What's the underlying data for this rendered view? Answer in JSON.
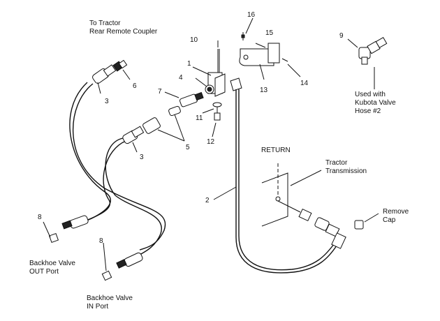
{
  "labels": {
    "coupler_line1": "To Tractor",
    "coupler_line2": "Rear Remote Coupler",
    "return": "RETURN",
    "transmission_line1": "Tractor",
    "transmission_line2": "Transmission",
    "remove_cap_line1": "Remove",
    "remove_cap_line2": "Cap",
    "kubota_line1": "Used with",
    "kubota_line2": "Kubota Valve",
    "kubota_line3": "Hose #2",
    "out_port_line1": "Backhoe Valve",
    "out_port_line2": "OUT Port",
    "in_port_line1": "Backhoe Valve",
    "in_port_line2": "IN Port"
  },
  "callouts": {
    "c1": "1",
    "c2": "2",
    "c3a": "3",
    "c3b": "3",
    "c4": "4",
    "c5": "5",
    "c6": "6",
    "c7": "7",
    "c8a": "8",
    "c8b": "8",
    "c9": "9",
    "c10": "10",
    "c11": "11",
    "c12": "12",
    "c13": "13",
    "c14": "14",
    "c15": "15",
    "c16": "16"
  }
}
